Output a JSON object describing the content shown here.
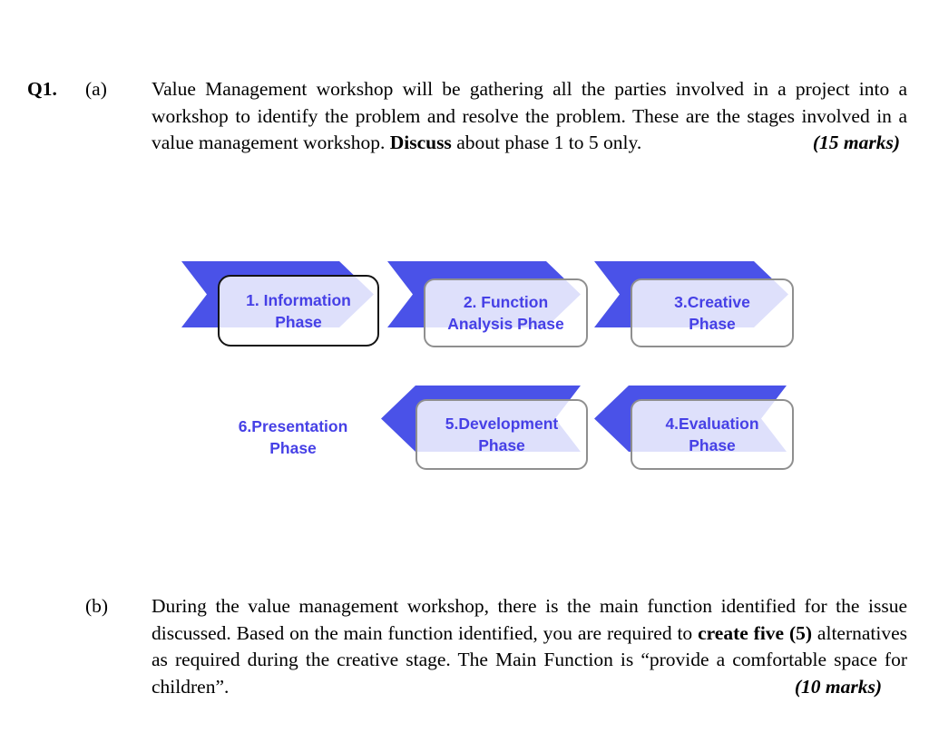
{
  "question": {
    "number": "Q1.",
    "part_a": {
      "label": "(a)",
      "text_before": "Value Management workshop will be gathering all the parties involved in a project into a workshop to identify the problem and resolve the problem. These are the stages involved in a value management workshop. ",
      "text_bold": "Discuss",
      "text_after": " about phase 1 to 5 only.",
      "marks": "(15 marks)"
    },
    "part_b": {
      "label": "(b)",
      "text_before": "During the value management workshop, there is the main function identified for the issue discussed. Based on the main function identified, you are required to ",
      "text_bold": "create five (5)",
      "text_after": " alternatives as required during the creative stage. The Main Function is “provide a comfortable space for children”.",
      "marks": "(10 marks)"
    }
  },
  "diagram": {
    "phases": [
      {
        "line1": "1. Information",
        "line2": "Phase"
      },
      {
        "line1": "2. Function",
        "line2": "Analysis Phase"
      },
      {
        "line1": "3.Creative",
        "line2": "Phase"
      },
      {
        "line1": "4.Evaluation",
        "line2": "Phase"
      },
      {
        "line1": "5.Development",
        "line2": "Phase"
      },
      {
        "line1": "6.Presentation",
        "line2": "Phase"
      }
    ]
  },
  "colors": {
    "arrow_blue": "#4a52e8",
    "text_blue": "#4640e6",
    "border_gray": "#8f8f8f",
    "border_black": "#141414",
    "page_bg": "#ffffff"
  }
}
